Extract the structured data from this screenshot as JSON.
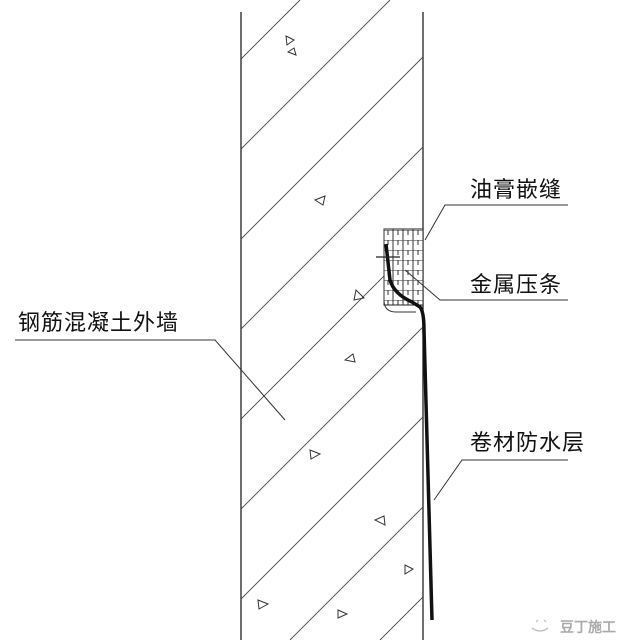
{
  "labels": {
    "sealant": "油膏嵌缝",
    "metal_strip": "金属压条",
    "wall": "钢筋混凝土外墙",
    "membrane": "卷材防水层"
  },
  "watermark": "豆丁施工",
  "colors": {
    "line": "#111111",
    "background": "#ffffff"
  }
}
